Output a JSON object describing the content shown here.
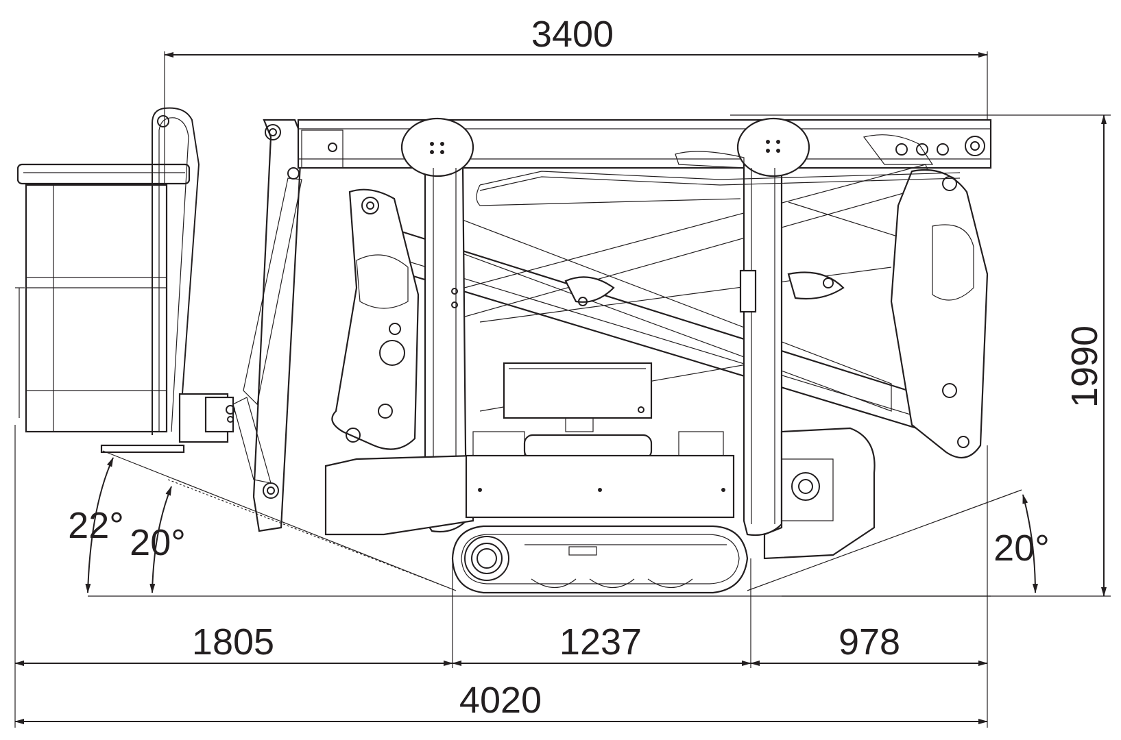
{
  "dimensions": {
    "overall_top": "3400",
    "height": "1990",
    "front_overhang": "1805",
    "track_length": "1237",
    "rear_overhang": "978",
    "overall_length": "4020"
  },
  "angles": {
    "platform_max": "22°",
    "front_approach": "20°",
    "rear_departure": "20°"
  },
  "colors": {
    "line": "#231f20",
    "background": "#ffffff"
  }
}
